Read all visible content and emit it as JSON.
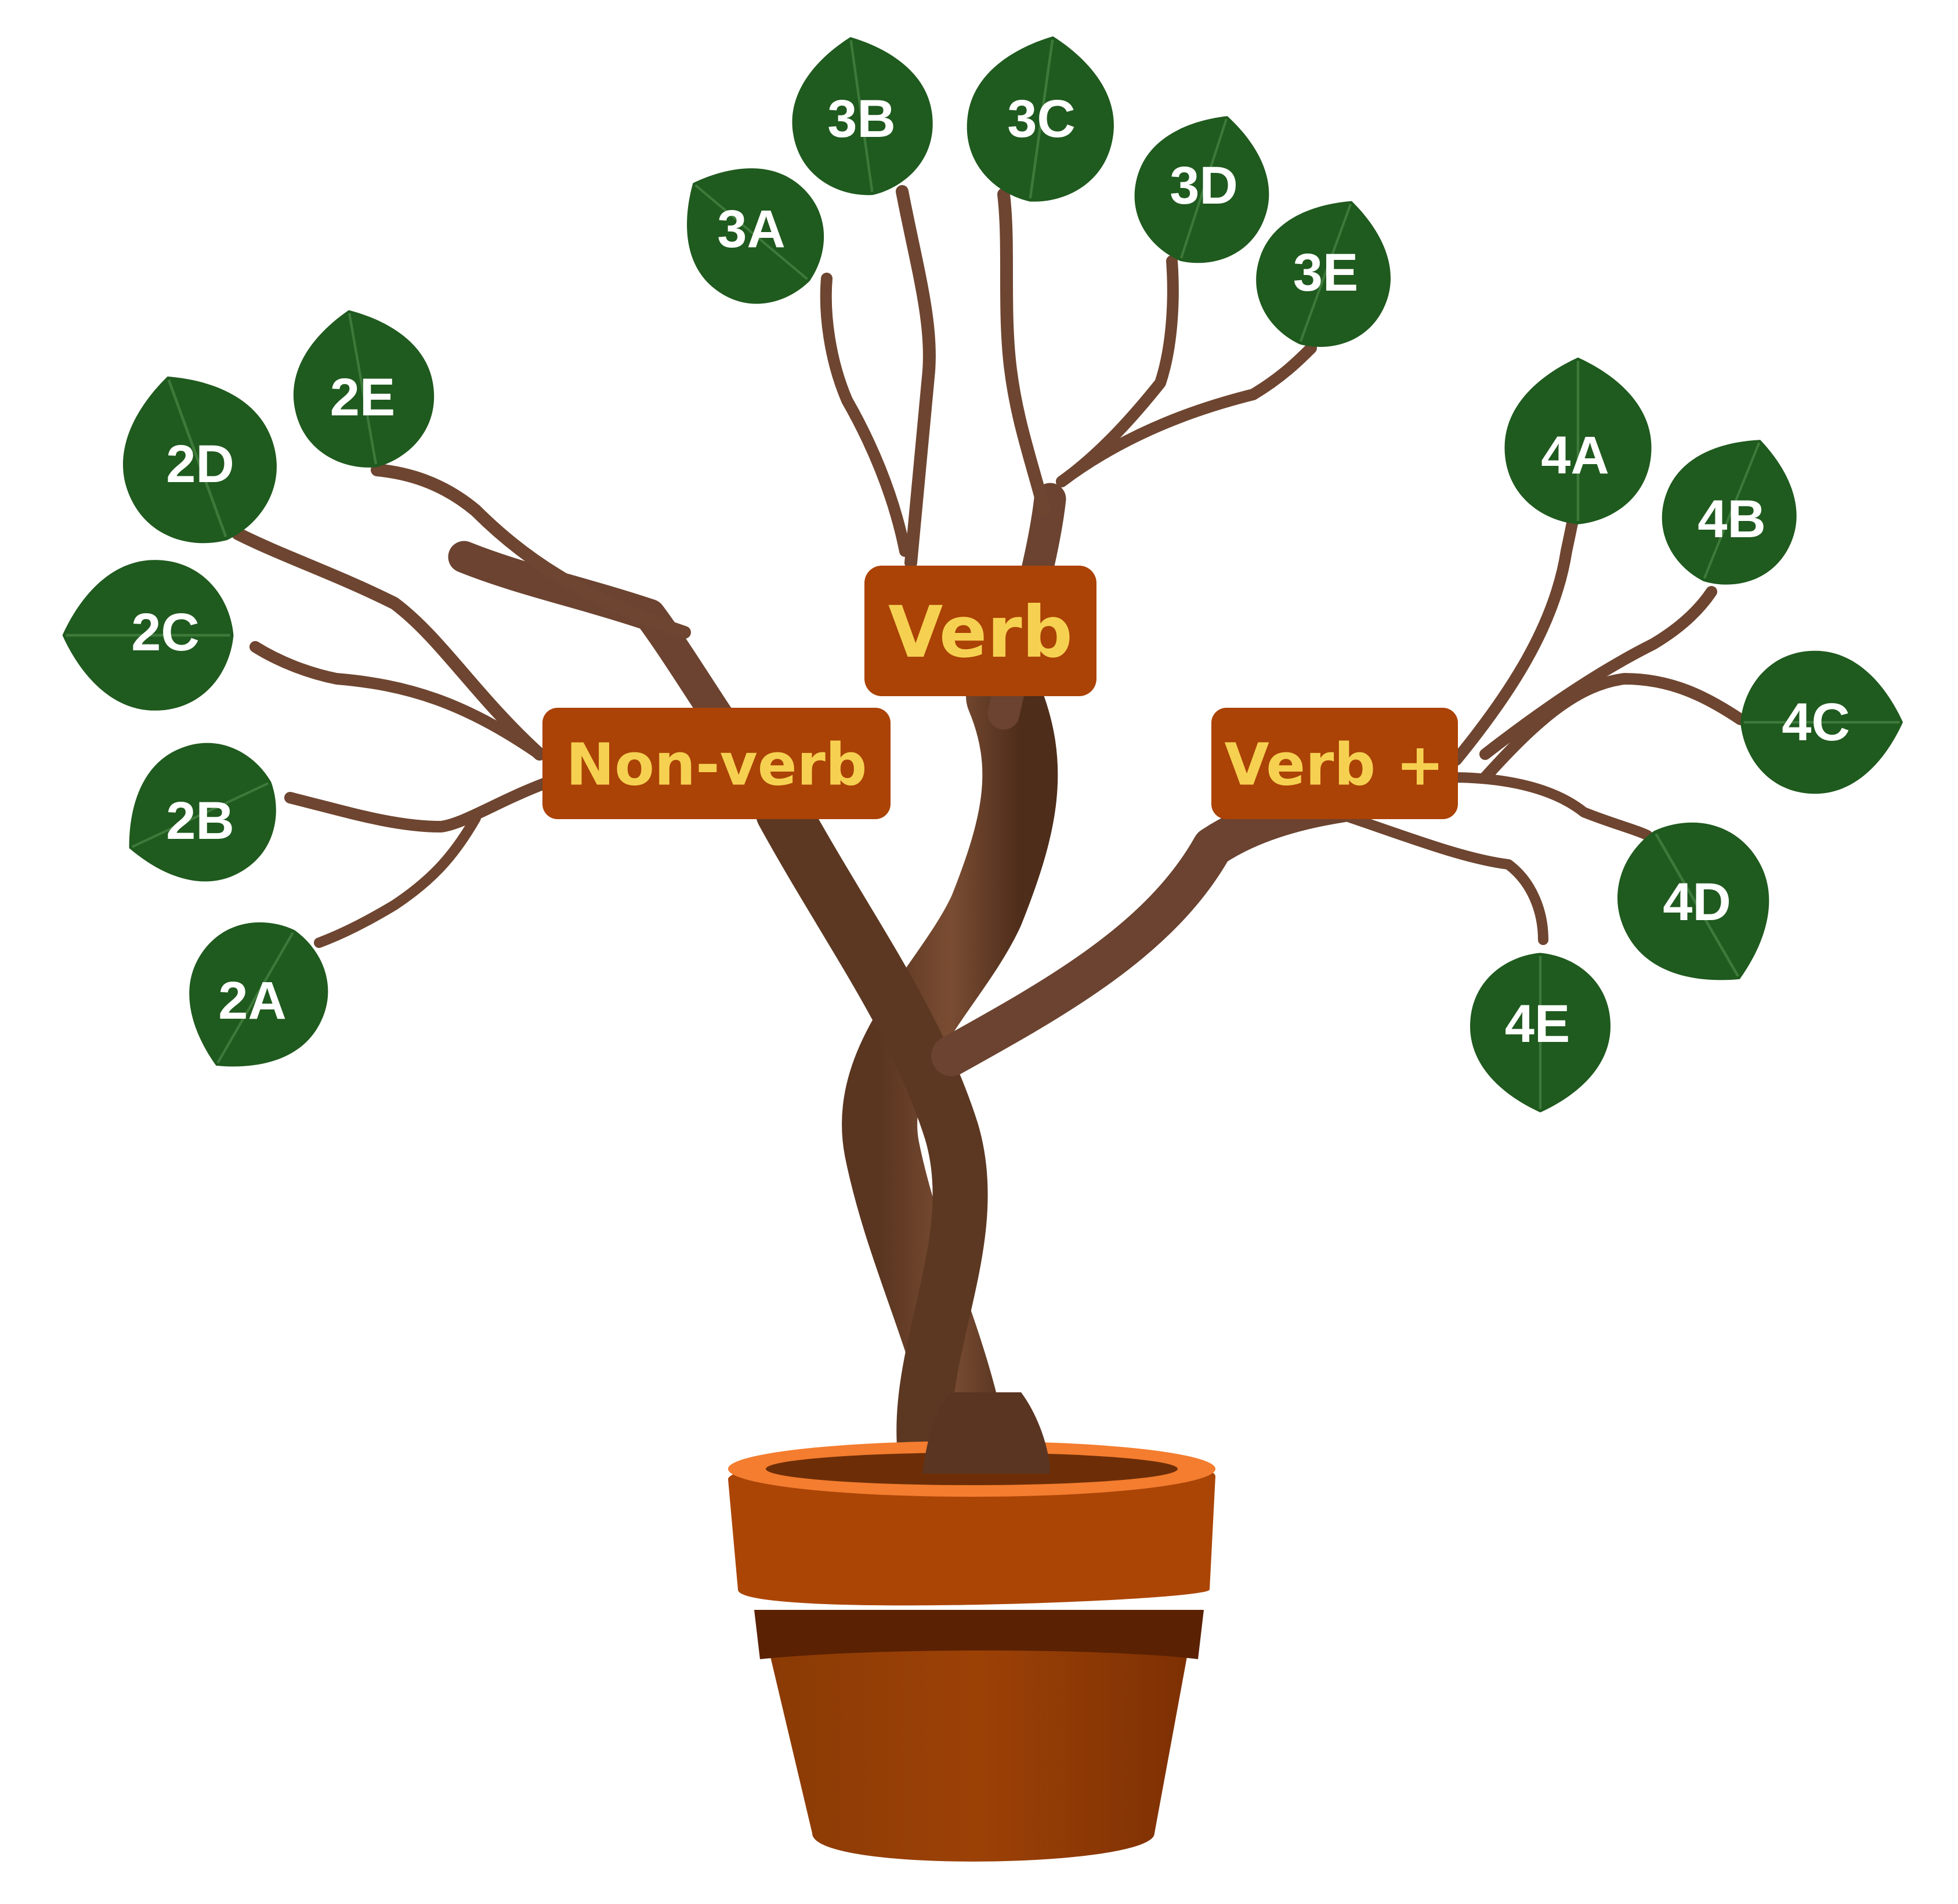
{
  "categories": {
    "non_verb": "Non-verb",
    "verb": "Verb",
    "verb_plus": "Verb +"
  },
  "leaves": {
    "l2A": "2A",
    "l2B": "2B",
    "l2C": "2C",
    "l2D": "2D",
    "l2E": "2E",
    "l3A": "3A",
    "l3B": "3B",
    "l3C": "3C",
    "l3D": "3D",
    "l3E": "3E",
    "l4A": "4A",
    "l4B": "4B",
    "l4C": "4C",
    "l4D": "4D",
    "l4E": "4E"
  },
  "colors": {
    "leaf": "#1f5a1e",
    "branch": "#6e4530",
    "label_box": "#ab4206",
    "label_text": "#f6d151",
    "pot": "#aa4506"
  }
}
